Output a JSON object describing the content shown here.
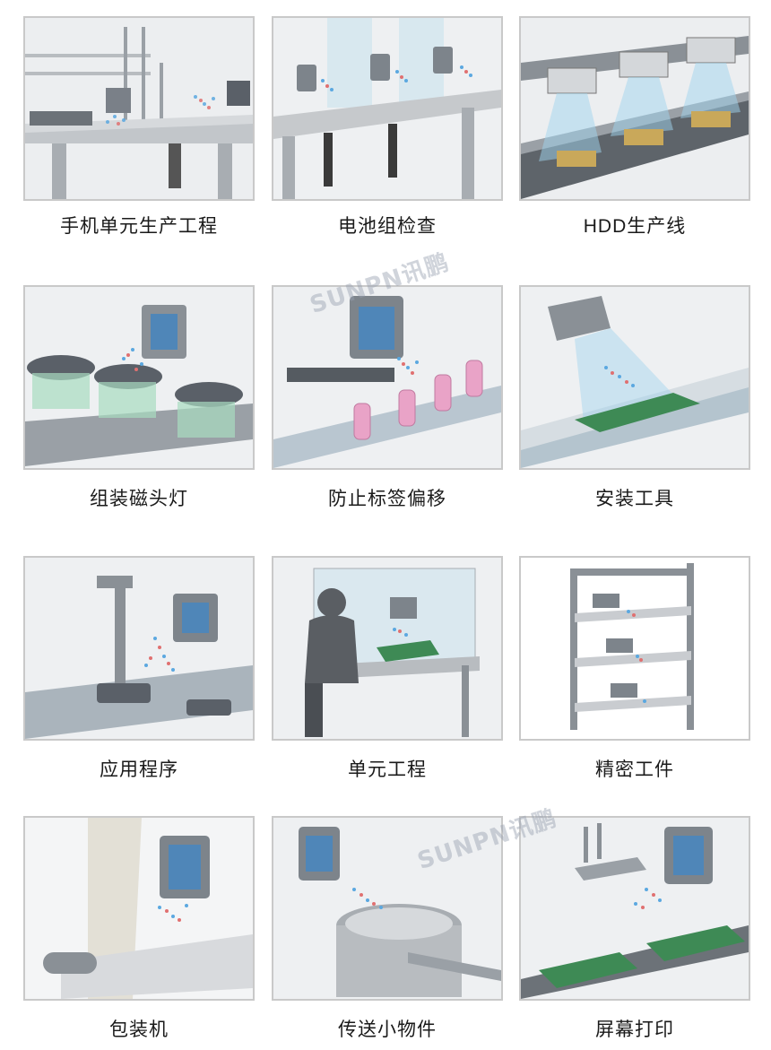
{
  "items": [
    {
      "caption": "手机单元生产工程",
      "scene": "workbench-shelves"
    },
    {
      "caption": "电池组检查",
      "scene": "table-ionizers"
    },
    {
      "caption": "HDD生产线",
      "scene": "overhead-conveyor-hdd"
    },
    {
      "caption": "组装磁头灯",
      "scene": "conveyor-lamps"
    },
    {
      "caption": "防止标签偏移",
      "scene": "conveyor-bottles"
    },
    {
      "caption": "安装工具",
      "scene": "conveyor-pcb"
    },
    {
      "caption": "应用程序",
      "scene": "robot-arm-conveyor"
    },
    {
      "caption": "单元工程",
      "scene": "operator-booth"
    },
    {
      "caption": "精密工件",
      "scene": "rack-shelves"
    },
    {
      "caption": "包装机",
      "scene": "packaging-roll"
    },
    {
      "caption": "传送小物件",
      "scene": "bowl-feeder"
    },
    {
      "caption": "屏幕打印",
      "scene": "screen-print-pcb"
    }
  ],
  "watermark": "SUNPN讯鹏",
  "colors": {
    "frame_border": "#c9c9c9",
    "ion_blue": "#5ba8e0",
    "ion_red": "#e07070",
    "caption": "#1a1a1a"
  }
}
